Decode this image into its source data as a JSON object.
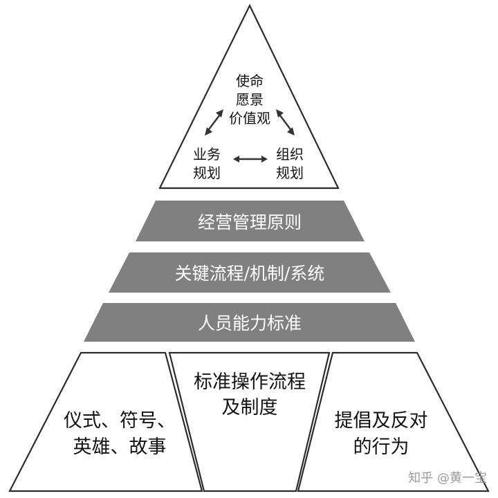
{
  "apex": {
    "core_line_1": "使命",
    "core_line_2": "愿景",
    "core_line_3": "价值观",
    "left_line_1": "业务",
    "left_line_2": "规划",
    "right_line_1": "组织",
    "right_line_2": "规划"
  },
  "bands": {
    "band_1": "经营管理原则",
    "band_2": "关键流程/机制/系统",
    "band_3": "人员能力标准"
  },
  "base": {
    "left_line_1": "仪式、符号、",
    "left_line_2": "英雄、故事",
    "middle_line_1": "标准操作流程",
    "middle_line_2": "及制度",
    "right_line_1": "提倡及反对",
    "right_line_2": "的行为"
  },
  "watermark": "知乎 @黄一宝",
  "colors": {
    "band_fill": "#808080",
    "outline": "#2b2b2b",
    "text": "#111111",
    "band_text": "#ffffff"
  }
}
